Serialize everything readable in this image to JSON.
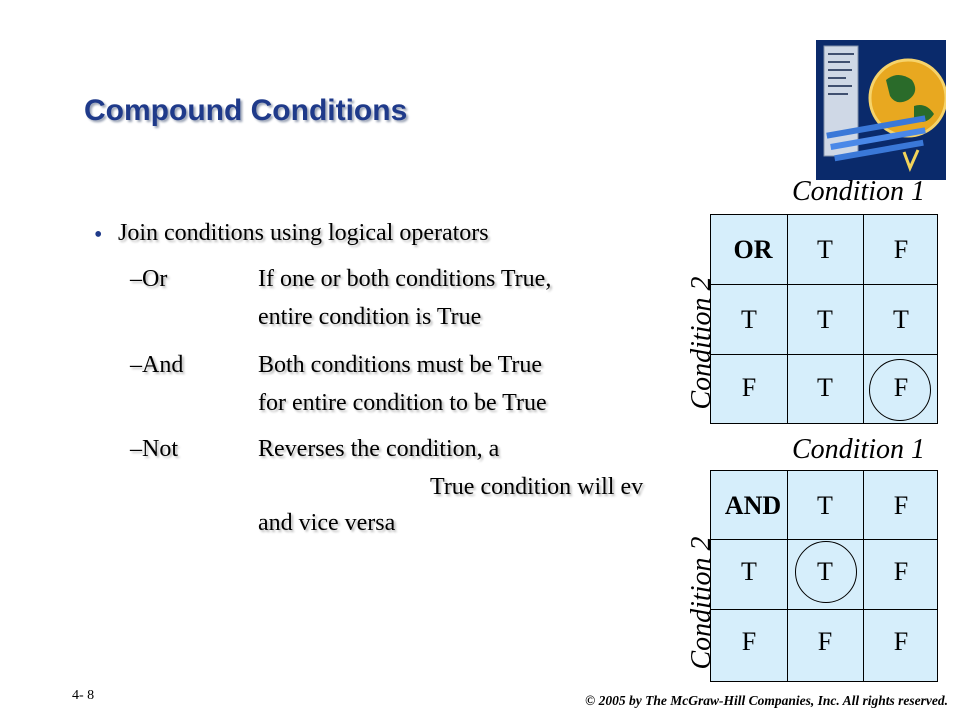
{
  "title": "Compound Conditions",
  "bullet": {
    "marker": "•",
    "text": "Join conditions using logical operators"
  },
  "operators": [
    {
      "dash_name": "–Or",
      "desc_line1": "If one or both conditions True,",
      "desc_line2": "entire condition is True"
    },
    {
      "dash_name": "–And",
      "desc_line1": "Both conditions must be True",
      "desc_line2": "for entire condition to be True"
    },
    {
      "dash_name": "–Not",
      "desc_line1": "Reverses the condition, a",
      "desc_line1b": "True condition will ev",
      "desc_line2": "and vice versa"
    }
  ],
  "or_table": {
    "top_label": "Condition 1",
    "side_label": "Condition 2",
    "rows": [
      [
        "OR",
        "T",
        "F"
      ],
      [
        "T",
        "T",
        "T"
      ],
      [
        "F",
        "T",
        "F"
      ]
    ],
    "circled": "F"
  },
  "and_table": {
    "top_label": "Condition 1",
    "side_label": "Condition 2",
    "rows": [
      [
        "AND",
        "T",
        "F"
      ],
      [
        "T",
        "T",
        "F"
      ],
      [
        "F",
        "F",
        "F"
      ]
    ],
    "circled": "T"
  },
  "footer": {
    "slide_number": "4- 8",
    "copyright": "© 2005 by The McGraw-Hill Companies, Inc. All rights reserved."
  },
  "colors": {
    "title": "#1f3a8a",
    "grid_fill": "#d6eefb"
  },
  "icons": {
    "corner_graphic": "vb-net-globe-graphic"
  }
}
